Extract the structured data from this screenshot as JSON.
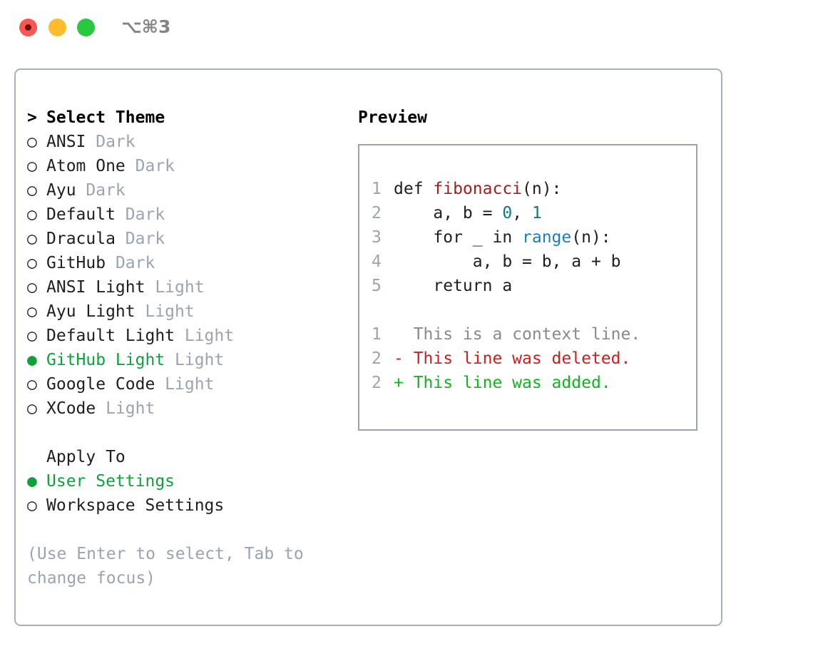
{
  "window": {
    "shortcut": "⌥⌘3",
    "traffic_lights": [
      {
        "name": "close",
        "color": "#f9574f"
      },
      {
        "name": "minimize",
        "color": "#fdbc2c"
      },
      {
        "name": "zoom",
        "color": "#28c940"
      }
    ]
  },
  "theme_picker": {
    "header": "Select Theme",
    "header_prefix": "> ",
    "bullet_selected": "● ",
    "bullet_unselected": "○ ",
    "items": [
      {
        "label": "ANSI",
        "tag": "Dark",
        "selected": false
      },
      {
        "label": "Atom One",
        "tag": "Dark",
        "selected": false
      },
      {
        "label": "Ayu",
        "tag": "Dark",
        "selected": false
      },
      {
        "label": "Default",
        "tag": "Dark",
        "selected": false
      },
      {
        "label": "Dracula",
        "tag": "Dark",
        "selected": false
      },
      {
        "label": "GitHub",
        "tag": "Dark",
        "selected": false
      },
      {
        "label": "ANSI Light",
        "tag": "Light",
        "selected": false
      },
      {
        "label": "Ayu Light",
        "tag": "Light",
        "selected": false
      },
      {
        "label": "Default Light",
        "tag": "Light",
        "selected": false
      },
      {
        "label": "GitHub Light",
        "tag": "Light",
        "selected": true
      },
      {
        "label": "Google Code",
        "tag": "Light",
        "selected": false
      },
      {
        "label": "XCode",
        "tag": "Light",
        "selected": false
      }
    ]
  },
  "apply_to": {
    "header": "Apply To",
    "items": [
      {
        "label": "User Settings",
        "selected": true
      },
      {
        "label": "Workspace Settings",
        "selected": false
      }
    ]
  },
  "hint": "(Use Enter to select, Tab to change focus)",
  "preview": {
    "title": "Preview",
    "code_lines": [
      {
        "num": "1",
        "tokens": [
          {
            "t": "def ",
            "c": "plain"
          },
          {
            "t": "fibonacci",
            "c": "fn"
          },
          {
            "t": "(n):",
            "c": "plain"
          }
        ]
      },
      {
        "num": "2",
        "tokens": [
          {
            "t": "    a, b = ",
            "c": "plain"
          },
          {
            "t": "0",
            "c": "num"
          },
          {
            "t": ", ",
            "c": "plain"
          },
          {
            "t": "1",
            "c": "num"
          }
        ]
      },
      {
        "num": "3",
        "tokens": [
          {
            "t": "    for _ in ",
            "c": "plain"
          },
          {
            "t": "range",
            "c": "builtin"
          },
          {
            "t": "(n):",
            "c": "plain"
          }
        ]
      },
      {
        "num": "4",
        "tokens": [
          {
            "t": "        a, b = b, a + b",
            "c": "plain"
          }
        ]
      },
      {
        "num": "5",
        "tokens": [
          {
            "t": "    return a",
            "c": "plain"
          }
        ]
      }
    ],
    "diff_lines": [
      {
        "num": "1",
        "marker": "  ",
        "text": "This is a context line.",
        "kind": "ctx"
      },
      {
        "num": "2",
        "marker": "- ",
        "text": "This line was deleted.",
        "kind": "del"
      },
      {
        "num": "2",
        "marker": "+ ",
        "text": "This line was added.",
        "kind": "add"
      }
    ]
  },
  "colors": {
    "accent_green": "#10a13d",
    "muted": "#9aa4b2",
    "function": "#a81d1d",
    "number": "#0e7c7b",
    "builtin": "#1a7fc1",
    "diff_removed": "#cc1f1f",
    "diff_added": "#10b520",
    "border": "#97a3b0"
  }
}
